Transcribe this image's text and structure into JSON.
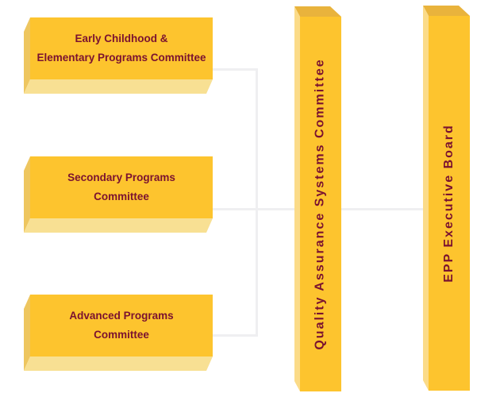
{
  "diagram": {
    "title": "EPP committee structure flowchart",
    "boxes": [
      {
        "id": "early-childhood-elementary",
        "lines": [
          "Early Childhood &",
          "Elementary Programs Committee"
        ]
      },
      {
        "id": "secondary",
        "lines": [
          "Secondary Programs",
          "Committee"
        ]
      },
      {
        "id": "advanced",
        "lines": [
          "Advanced Programs",
          "Committee"
        ]
      }
    ],
    "pillars": [
      {
        "id": "quality-assurance",
        "label": "Quality Assurance Systems Committee"
      },
      {
        "id": "epp-executive-board",
        "label": "EPP Executive Board"
      }
    ],
    "colors": {
      "box_face": "#fdc42e",
      "box_left_bevel": "#eec65f",
      "box_bottom_bevel": "#f8e093",
      "pillar_top_bevel": "#e9b33c",
      "pillar_left_bevel": "#fbdb88",
      "text": "#7a1230",
      "connector_line": "#efeff1",
      "background": "#ffffff"
    }
  }
}
